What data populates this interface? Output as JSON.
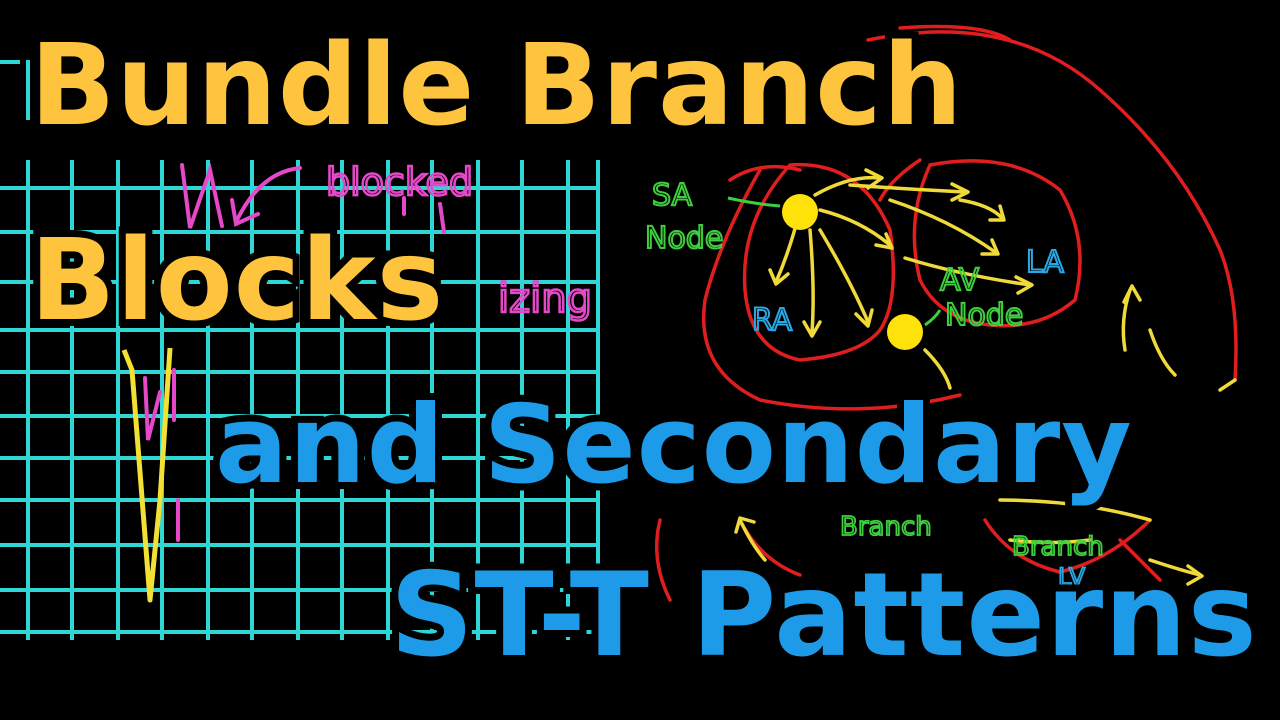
{
  "title": {
    "line1": "Bundle Branch",
    "line2": "Blocks",
    "line3": "and Secondary",
    "line4": "ST-T Patterns"
  },
  "ecg_sketch": {
    "annotations": [
      "blocked",
      "izing"
    ]
  },
  "heart_diagram": {
    "labels": {
      "sa_node_1": "SA",
      "sa_node_2": "Node",
      "av_node_1": "AV",
      "av_node_2": "Node",
      "ra": "RA",
      "la": "LA",
      "branch_left": "Branch",
      "branch_right": "Branch",
      "lv": "LV"
    }
  },
  "colors": {
    "title_yellow": "#FFC43D",
    "title_blue": "#1E9BE8",
    "grid_cyan": "#2FD6D6",
    "ecg_trace": "#F2E034",
    "annotation_pink": "#E548C8",
    "heart_outline": "#E01E1E",
    "conduction_arrows": "#F0DA3A",
    "node_fill": "#FFE20A",
    "label_green": "#3DCF3D",
    "label_blue": "#2AA8E6"
  }
}
